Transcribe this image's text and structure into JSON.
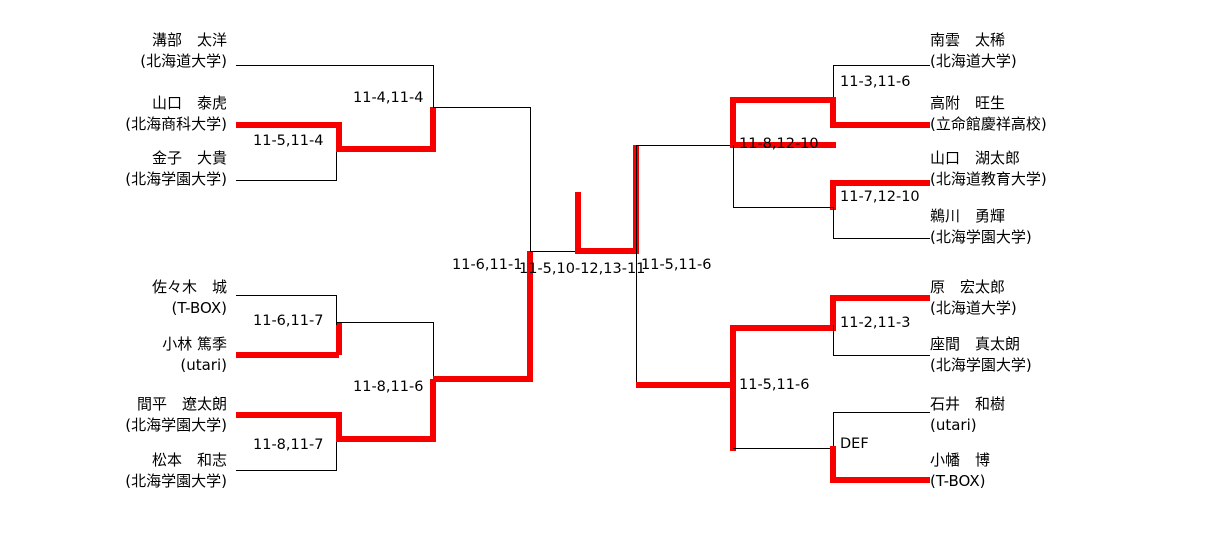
{
  "title": "Tournament Bracket",
  "colors": {
    "line": "#000000",
    "winner_line": "#f80000",
    "text": "#000000",
    "background": "#ffffff"
  },
  "players": {
    "p1": {
      "name": "溝部　太洋",
      "affiliation": "(北海道大学)"
    },
    "p2": {
      "name": "山口　泰虎",
      "affiliation": "(北海商科大学)"
    },
    "p3": {
      "name": "金子　大貴",
      "affiliation": "(北海学園大学)"
    },
    "p4": {
      "name": "佐々木　城",
      "affiliation": "(T-BOX)"
    },
    "p5": {
      "name": "小林 篤季",
      "affiliation": "(utari)"
    },
    "p6": {
      "name": "間平　遼太朗",
      "affiliation": "(北海学園大学)"
    },
    "p7": {
      "name": "松本　和志",
      "affiliation": "(北海学園大学)"
    },
    "p8": {
      "name": "南雲　太稀",
      "affiliation": "(北海道大学)"
    },
    "p9": {
      "name": "高附　旺生",
      "affiliation": "(立命館慶祥高校)"
    },
    "p10": {
      "name": "山口　湖太郎",
      "affiliation": "(北海道教育大学)"
    },
    "p11": {
      "name": "鵜川　勇輝",
      "affiliation": "(北海学園大学)"
    },
    "p12": {
      "name": "原　宏太郎",
      "affiliation": "(北海道大学)"
    },
    "p13": {
      "name": "座間　真太朗",
      "affiliation": "(北海学園大学)"
    },
    "p14": {
      "name": "石井　和樹",
      "affiliation": "(utari)"
    },
    "p15": {
      "name": "小幡　博",
      "affiliation": "(T-BOX)"
    }
  },
  "scores": {
    "m_l_r1_bottom": "11-5,11-4",
    "m_l_qf_top": "11-4,11-4",
    "m_l_sf_top": "11-6,11-1",
    "m_l_r1_b2": "11-6,11-7",
    "m_l_r1_b3": "11-8,11-7",
    "m_l_qf_bottom": "11-8,11-6",
    "final": "11-5,10-12,13-11",
    "m_r_r1_top": "11-3,11-6",
    "m_r_r1_2nd": "11-7,12-10",
    "m_r_qf_top": "11-8,12-10",
    "m_r_r1_3rd": "11-2,11-3",
    "m_r_r1_bottom": "DEF",
    "m_r_qf_bottom": "11-5,11-6"
  }
}
